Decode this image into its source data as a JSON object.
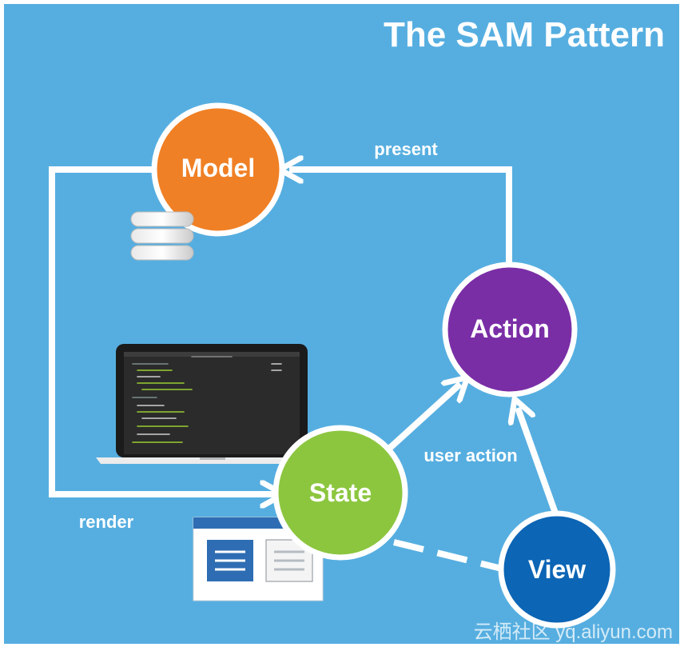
{
  "title": "The SAM Pattern",
  "nodes": {
    "model": "Model",
    "action": "Action",
    "state": "State",
    "view": "View"
  },
  "edges": {
    "present": "present",
    "user_action": "user action",
    "render": "render"
  },
  "watermark": "云栖社区 yq.aliyun.com",
  "colors": {
    "background": "#56aee0",
    "model": "#f08025",
    "action": "#7a2ea6",
    "state": "#8cc63f",
    "view": "#0c65b5",
    "arrows": "#ffffff"
  }
}
